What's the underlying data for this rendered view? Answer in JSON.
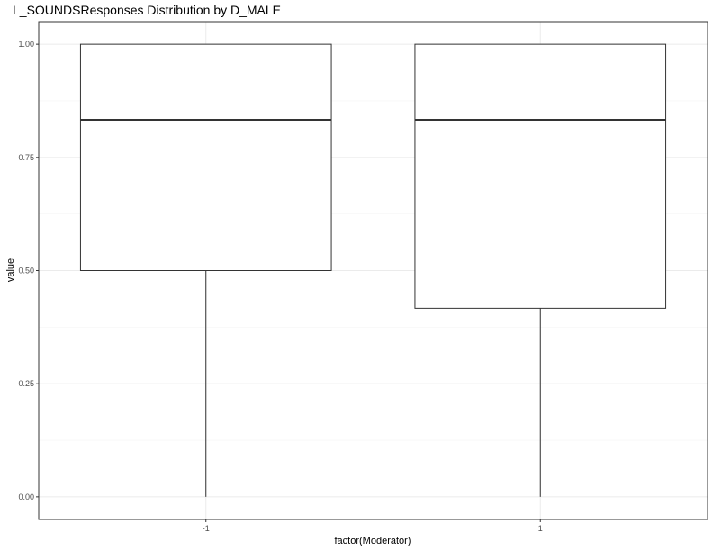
{
  "chart_data": {
    "type": "box",
    "title": "L_SOUNDSResponses Distribution by D_MALE",
    "xlabel": "factor(Moderator)",
    "ylabel": "value",
    "categories": [
      "-1",
      "1"
    ],
    "ylim": [
      -0.05,
      1.05
    ],
    "yticks": [
      0,
      0.25,
      0.5,
      0.75,
      1
    ],
    "ytick_labels": [
      "0.00",
      "0.25",
      "0.50",
      "0.75",
      "1.00"
    ],
    "boxes": [
      {
        "category": "-1",
        "min": 0,
        "q1": 0.5,
        "median": 0.8333,
        "q3": 1.0,
        "max": 1.0
      },
      {
        "category": "1",
        "min": 0,
        "q1": 0.4167,
        "median": 0.8333,
        "q3": 1.0,
        "max": 1.0
      }
    ],
    "grid": true,
    "legend": "none",
    "colors": {
      "box_fill": "#ffffff",
      "box_line": "#333333",
      "grid_major": "#ebebeb",
      "grid_minor": "#f5f5f5",
      "panel_border": "#333333"
    }
  }
}
